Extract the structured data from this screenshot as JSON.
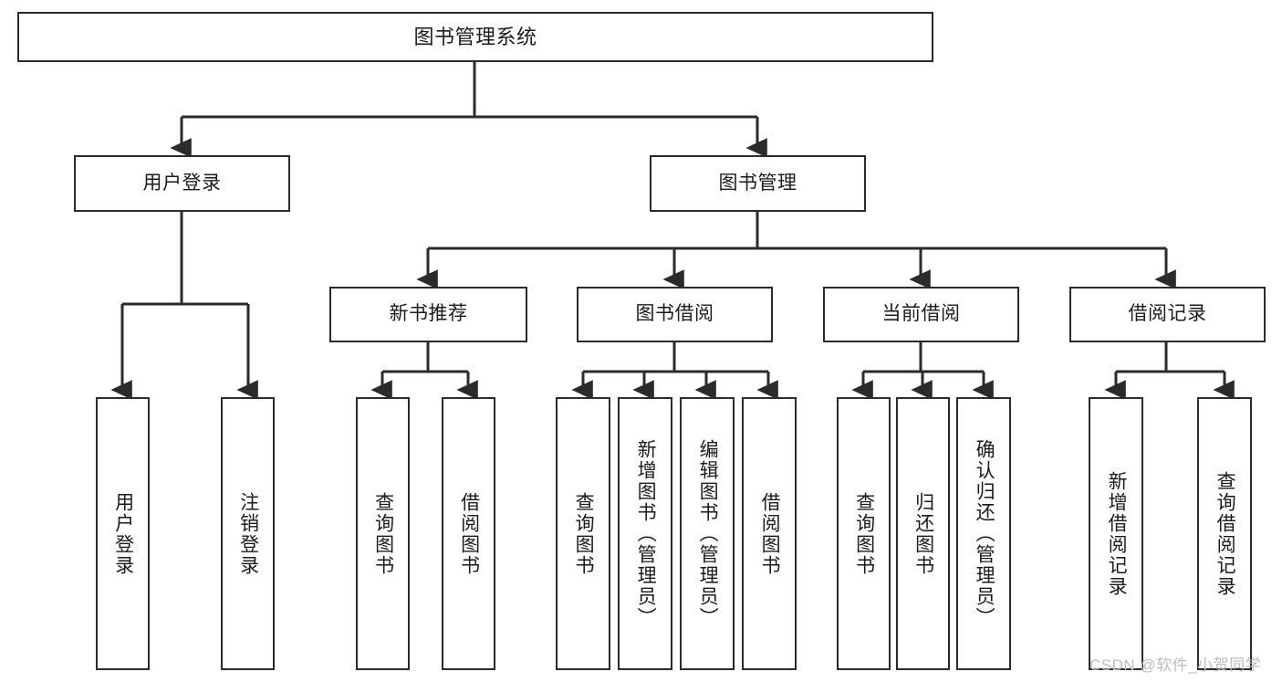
{
  "diagram": {
    "type": "tree-hierarchy",
    "title": "图书管理系统",
    "watermark": "CSDN @软件_小贺同学",
    "colors": {
      "stroke": "#2b2b2b",
      "fill": "#ffffff",
      "text": "#1b1b1b",
      "watermark": "#bdbdbd"
    },
    "nodes": {
      "root": {
        "label": "图书管理系统"
      },
      "level2": [
        {
          "label": "用户登录"
        },
        {
          "label": "图书管理"
        }
      ],
      "level3": [
        {
          "label": "新书推荐"
        },
        {
          "label": "图书借阅"
        },
        {
          "label": "当前借阅"
        },
        {
          "label": "借阅记录"
        }
      ],
      "leaves": {
        "user_login": [
          {
            "label": "用户登录"
          },
          {
            "label": "注销登录"
          }
        ],
        "new_book_recommend": [
          {
            "label": "查询图书"
          },
          {
            "label": "借阅图书"
          }
        ],
        "book_borrow": [
          {
            "label": "查询图书"
          },
          {
            "label": "新增图书（管理员）"
          },
          {
            "label": "编辑图书（管理员）"
          },
          {
            "label": "借阅图书"
          }
        ],
        "current_borrow": [
          {
            "label": "查询图书"
          },
          {
            "label": "归还图书"
          },
          {
            "label": "确认归还（管理员）"
          }
        ],
        "borrow_record": [
          {
            "label": "新增借阅记录"
          },
          {
            "label": "查询借阅记录"
          }
        ]
      }
    }
  }
}
